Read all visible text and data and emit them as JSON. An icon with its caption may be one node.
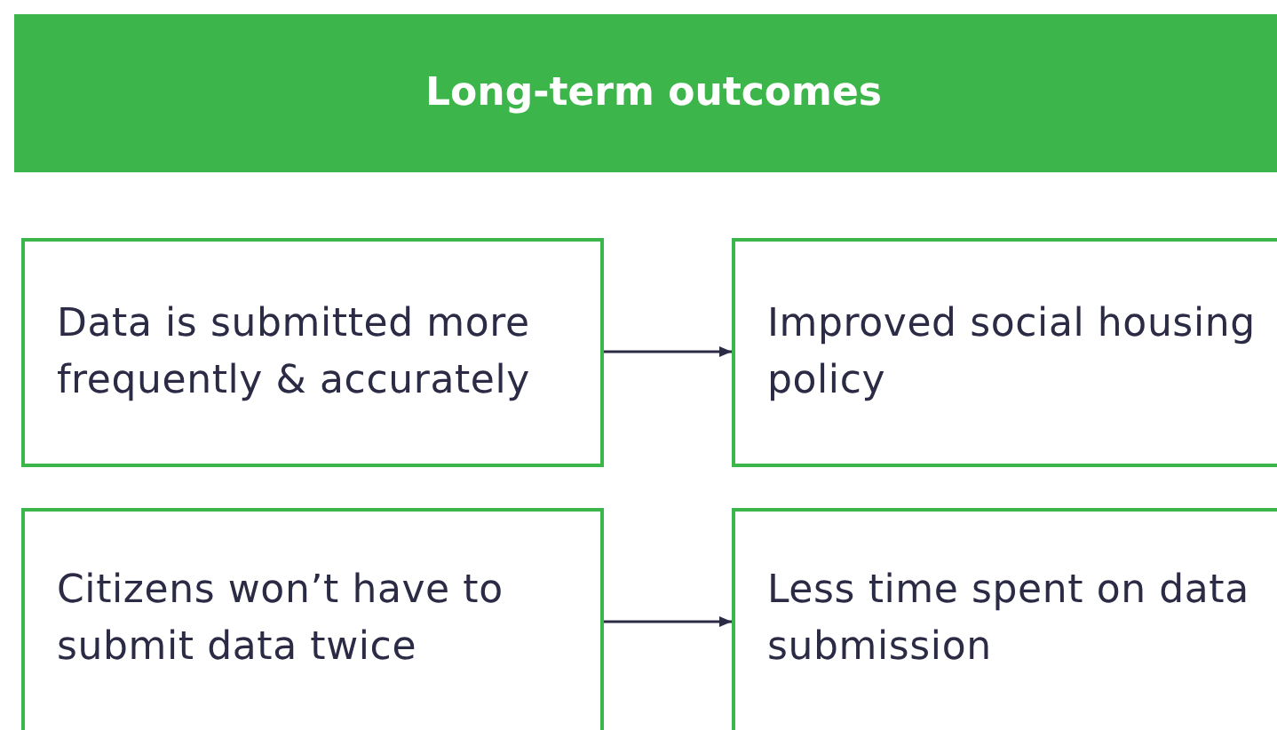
{
  "diagram": {
    "title": "Long-term outcomes",
    "nodes": [
      {
        "text": [
          "Data is submitted more frequently & accurately"
        ]
      },
      {
        "text": [
          "Improved social housing policy"
        ]
      },
      {
        "text": [
          "Citizens won’t have to submit data twice"
        ]
      },
      {
        "text": [
          "Less time spent on data submission"
        ]
      }
    ],
    "edges": [
      {
        "from": 0,
        "to": 1,
        "arrow": "to"
      },
      {
        "from": 2,
        "to": 3,
        "arrow": "to"
      }
    ]
  }
}
